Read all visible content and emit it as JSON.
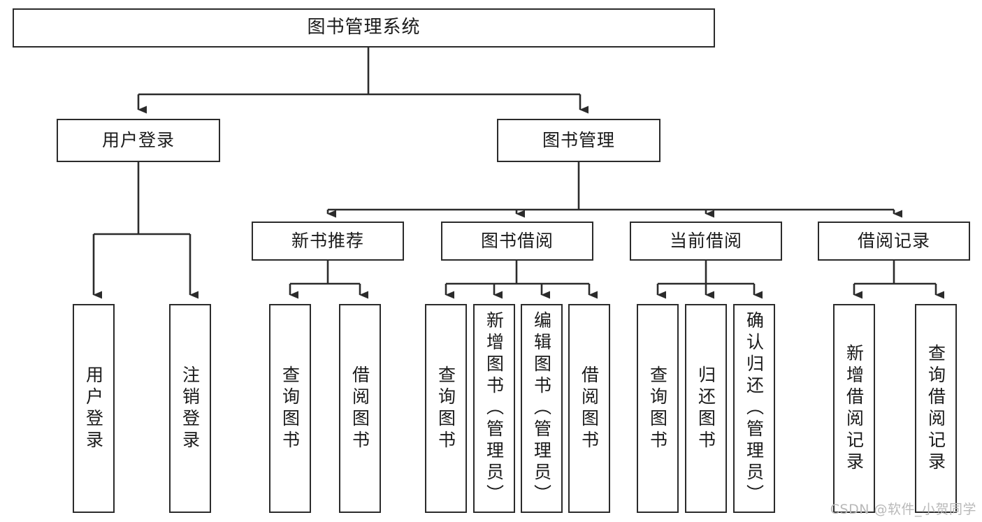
{
  "diagram": {
    "title": "图书管理系统",
    "type": "hierarchy-tree",
    "root": {
      "label": "图书管理系统"
    },
    "level2": [
      {
        "label": "用户登录"
      },
      {
        "label": "图书管理"
      }
    ],
    "level3": [
      {
        "label": "新书推荐"
      },
      {
        "label": "图书借阅"
      },
      {
        "label": "当前借阅"
      },
      {
        "label": "借阅记录"
      }
    ],
    "leaves": {
      "user_login": [
        {
          "label": "用户登录"
        },
        {
          "label": "注销登录"
        }
      ],
      "new_book_recommend": [
        {
          "label": "查询图书"
        },
        {
          "label": "借阅图书"
        }
      ],
      "book_borrow": [
        {
          "label": "查询图书"
        },
        {
          "label": "新增图书（管理员）"
        },
        {
          "label": "编辑图书（管理员）"
        },
        {
          "label": "借阅图书"
        }
      ],
      "current_borrow": [
        {
          "label": "查询图书"
        },
        {
          "label": "归还图书"
        },
        {
          "label": "确认归还（管理员）"
        }
      ],
      "borrow_record": [
        {
          "label": "新增借阅记录"
        },
        {
          "label": "查询借阅记录"
        }
      ]
    }
  },
  "watermark": {
    "text": "CSDN @软件_小贺同学"
  },
  "colors": {
    "stroke": "#2b2b2b",
    "text": "#1a1a1a",
    "background": "#ffffff",
    "watermark": "#b9b9b9"
  }
}
